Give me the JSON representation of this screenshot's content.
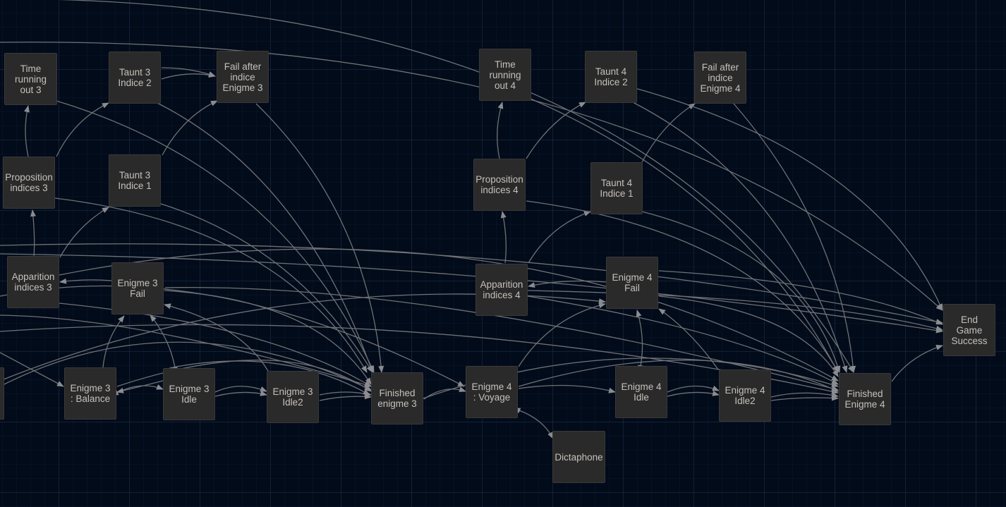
{
  "graph": {
    "nodes": [
      {
        "id": "n_time3",
        "label": "Time\nrunning\nout 3"
      },
      {
        "id": "n_taunt3i2",
        "label": "Taunt 3\nIndice 2"
      },
      {
        "id": "n_fail3",
        "label": "Fail after\nindice\nEnigme 3"
      },
      {
        "id": "n_time4",
        "label": "Time\nrunning\nout 4"
      },
      {
        "id": "n_taunt4i2",
        "label": "Taunt 4\nIndice 2"
      },
      {
        "id": "n_fail4",
        "label": "Fail after\nindice\nEnigme 4"
      },
      {
        "id": "n_prop3",
        "label": "Proposition\nindices 3"
      },
      {
        "id": "n_taunt3i1",
        "label": "Taunt 3\nIndice 1"
      },
      {
        "id": "n_prop4",
        "label": "Proposition\nindices 4"
      },
      {
        "id": "n_taunt4i1",
        "label": "Taunt 4\nIndice 1"
      },
      {
        "id": "n_app3",
        "label": "Apparition\nindices 3"
      },
      {
        "id": "n_e3fail",
        "label": "Enigme 3\nFail"
      },
      {
        "id": "n_app4",
        "label": "Apparition\nindices 4"
      },
      {
        "id": "n_e4fail",
        "label": "Enigme 4\nFail"
      },
      {
        "id": "n_end",
        "label": "End\nGame\nSuccess"
      },
      {
        "id": "n_e3bal",
        "label": "Enigme 3\n: Balance"
      },
      {
        "id": "n_e3idle",
        "label": "Enigme 3\nIdle"
      },
      {
        "id": "n_e3idle2",
        "label": "Enigme 3\nIdle2"
      },
      {
        "id": "n_fin3",
        "label": "Finished\nenigme 3"
      },
      {
        "id": "n_e4voy",
        "label": "Enigme 4\n: Voyage"
      },
      {
        "id": "n_e4idle",
        "label": "Enigme 4\nIdle"
      },
      {
        "id": "n_e4idle2",
        "label": "Enigme 4\nIdle2"
      },
      {
        "id": "n_fin4",
        "label": "Finished\nEnigme 4"
      },
      {
        "id": "n_dicta",
        "label": "Dictaphone"
      },
      {
        "id": "n_left",
        "label": ""
      }
    ]
  },
  "colors": {
    "background": "#020b1a",
    "node": "#2b2a2a",
    "edge": "#74767a",
    "text": "#c4c1bb"
  }
}
